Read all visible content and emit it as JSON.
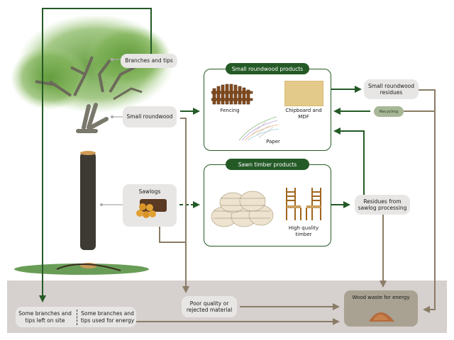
{
  "tree_labels": {
    "branches_and_tips": "Branches and tips",
    "small_roundwood": "Small roundwood",
    "sawlogs": "Sawlogs"
  },
  "small_roundwood_products": {
    "title": "Small roundwood products",
    "items": [
      "Fencing",
      "Chipboard and MDF",
      "Paper"
    ]
  },
  "sawn_timber_products": {
    "title": "Sawn timber products",
    "items": [
      "High quality timber"
    ]
  },
  "residues": {
    "small_roundwood_residues": "Small roundwood residues",
    "recycling": "Recycling",
    "sawlog_residues": "Residues from sawlog processing"
  },
  "bottom": {
    "left_on_site": "Some branches and tips left on site",
    "used_for_energy": "Some branches and tips used for energy",
    "poor_quality": "Poor quality or rejected material",
    "wood_waste": "Wood waste for energy"
  },
  "colors": {
    "green": "#245a26",
    "brown": "#8a7c66",
    "ground": "#d6d0ce",
    "pill": "#e8e6e5",
    "recycling": "#a8b796",
    "energy_box": "#a9a293"
  },
  "icons": [
    "tree-canopy-illustration",
    "cut-branches-illustration",
    "log-trunk-illustration",
    "stump-roots-illustration",
    "sawlog-pile-icon",
    "fence-icon",
    "chipboard-icon",
    "paper-icon",
    "timber-bundle-icon",
    "chairs-icon",
    "sawdust-pile-icon"
  ]
}
